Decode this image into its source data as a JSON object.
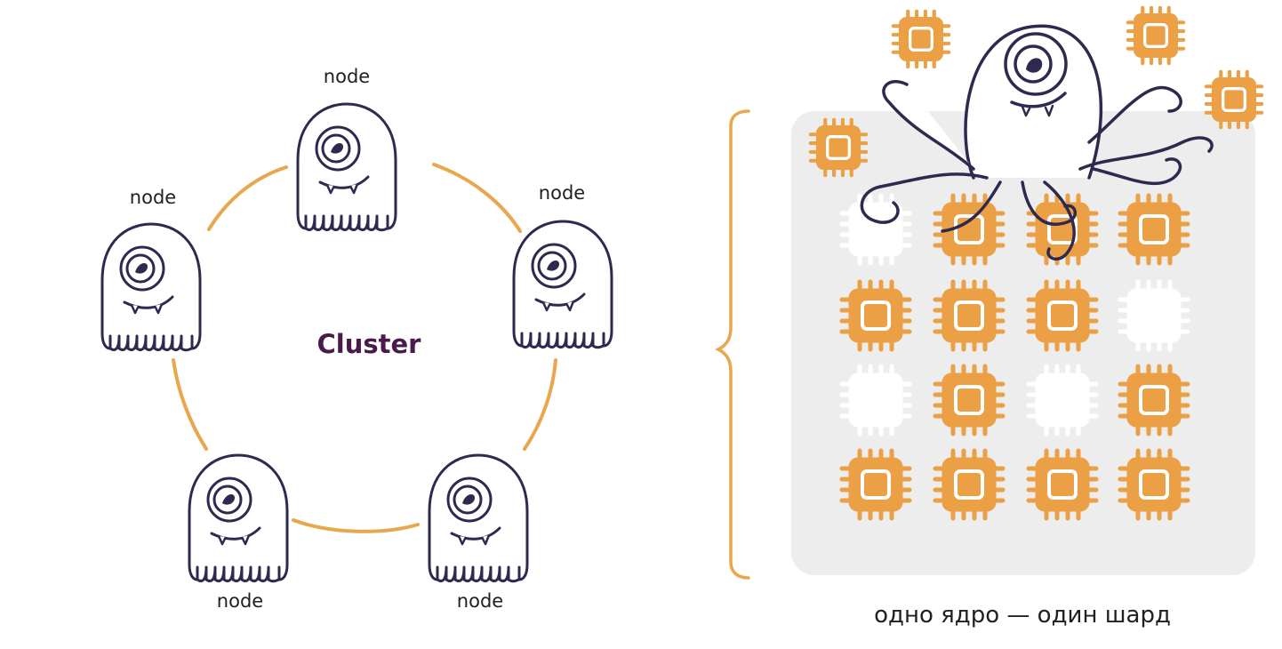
{
  "cluster": {
    "title": "Cluster",
    "node_label": "node",
    "nodes": [
      "node",
      "node",
      "node",
      "node",
      "node"
    ]
  },
  "shard_panel": {
    "caption": "одно ядро — один шард",
    "grid": [
      [
        false,
        true,
        true,
        true
      ],
      [
        true,
        true,
        true,
        false
      ],
      [
        false,
        true,
        false,
        true
      ],
      [
        true,
        true,
        true,
        true
      ]
    ]
  },
  "colors": {
    "ring": "#E8A74D",
    "core": "#ECA045",
    "core_inactive": "#FFFFFF",
    "mascot_outline": "#2E2A4F",
    "cluster_text": "#4A1A4A",
    "panel_bg": "#EDEDED",
    "brace": "#E8A74D"
  }
}
